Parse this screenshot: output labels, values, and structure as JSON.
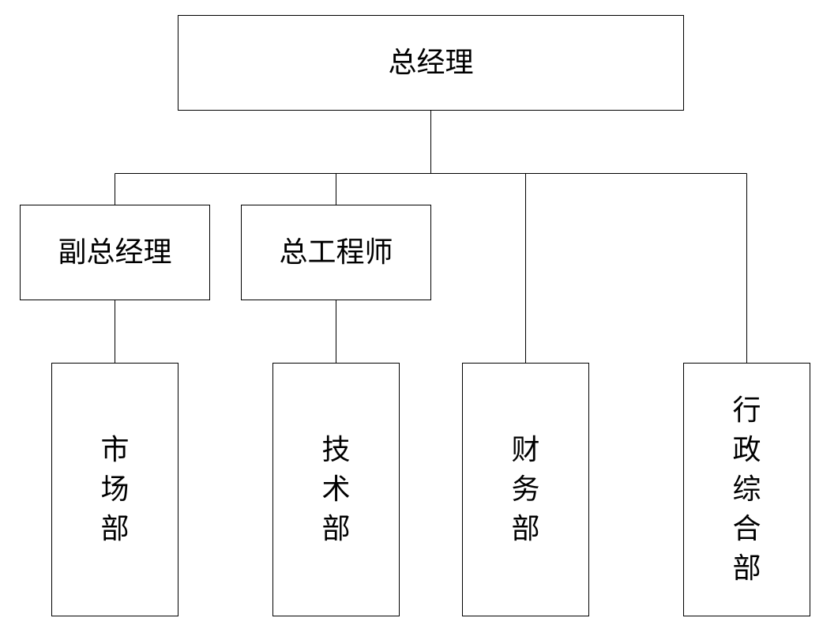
{
  "org_chart": {
    "general_manager": "总经理",
    "deputy_general_manager": "副总经理",
    "chief_engineer": "总工程师",
    "departments": {
      "marketing": "市场部",
      "technology": "技术部",
      "finance": "财务部",
      "administration": "行政综合部"
    }
  },
  "colors": {
    "line": "#000000",
    "box_fill": "#ffffff",
    "text": "#000000"
  }
}
